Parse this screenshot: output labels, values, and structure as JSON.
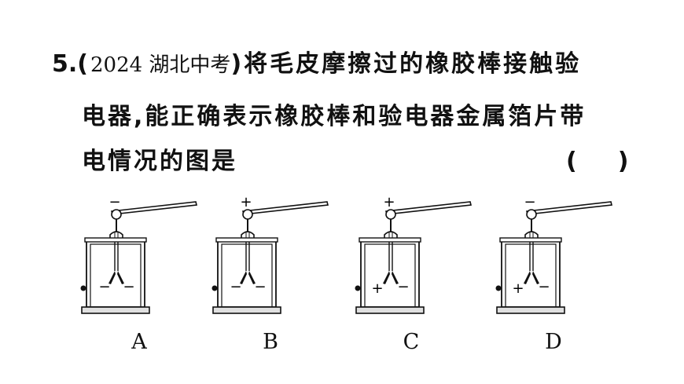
{
  "question": {
    "number": "5.",
    "source_open": "(",
    "source": "2024 湖北中考",
    "source_close": ")",
    "text_line1": "将毛皮摩擦过的橡胶棒接触验",
    "text_line2": "电器,能正确表示橡胶棒和验电器金属箔片带",
    "text_line3": "电情况的图是",
    "answer_bracket_open": "(",
    "answer_bracket_close": ")"
  },
  "options": [
    {
      "label": "A",
      "rod_charge": "−",
      "foil_left": "−",
      "foil_right": "−"
    },
    {
      "label": "B",
      "rod_charge": "+",
      "foil_left": "−",
      "foil_right": "−"
    },
    {
      "label": "C",
      "rod_charge": "+",
      "foil_left": "+",
      "foil_right": "−"
    },
    {
      "label": "D",
      "rod_charge": "−",
      "foil_left": "+",
      "foil_right": "−"
    }
  ]
}
